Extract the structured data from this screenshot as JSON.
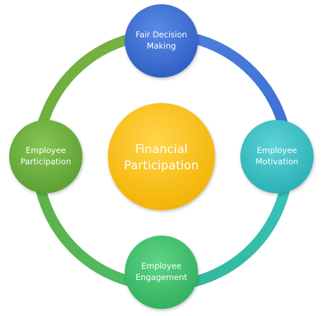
{
  "diagram": {
    "center": {
      "line1": "Financial",
      "line2": "Participation",
      "color": "#FFC000"
    },
    "nodes": {
      "top": {
        "line1": "Fair Decision",
        "line2": "Making",
        "color": "#3A6FD3"
      },
      "right": {
        "line1": "Employee",
        "line2": "Motivation",
        "color": "#36BFC4"
      },
      "bottom": {
        "line1": "Employee",
        "line2": "Engagement",
        "color": "#3CBF6A"
      },
      "left": {
        "line1": "Employee",
        "line2": "Participation",
        "color": "#6BAF3C"
      }
    }
  }
}
